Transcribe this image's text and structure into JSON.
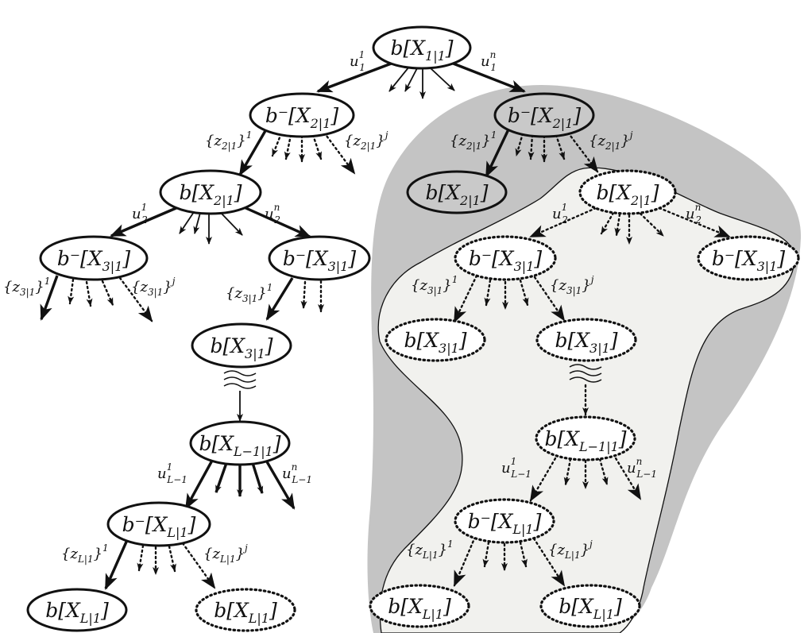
{
  "nodes": {
    "root": {
      "base": "b[X",
      "sub": "1|1",
      "close": "]"
    },
    "pred_left": {
      "base": "b⁻[X",
      "sub": "2|1",
      "close": "]"
    },
    "pred_right": {
      "base": "b⁻[X",
      "sub": "2|1",
      "close": "]"
    },
    "post2_left": {
      "base": "b[X",
      "sub": "2|1",
      "close": "]"
    },
    "post2_shaded": {
      "base": "b[X",
      "sub": "2|1",
      "close": "]"
    },
    "post2_light": {
      "base": "b[X",
      "sub": "2|1",
      "close": "]"
    },
    "pred3_ll": {
      "base": "b⁻[X",
      "sub": "3|1",
      "close": "]"
    },
    "pred3_lr": {
      "base": "b⁻[X",
      "sub": "3|1",
      "close": "]"
    },
    "pred3_rl": {
      "base": "b⁻[X",
      "sub": "3|1",
      "close": "]"
    },
    "pred3_rr": {
      "base": "b⁻[X",
      "sub": "3|1",
      "close": "]"
    },
    "post3_left": {
      "base": "b[X",
      "sub": "3|1",
      "close": "]"
    },
    "post3_rl": {
      "base": "b[X",
      "sub": "3|1",
      "close": "]"
    },
    "post3_rr": {
      "base": "b[X",
      "sub": "3|1",
      "close": "]"
    },
    "postL1_left": {
      "base": "b[X",
      "sub": "L−1|1",
      "close": "]"
    },
    "postL1_right": {
      "base": "b[X",
      "sub": "L−1|1",
      "close": "]"
    },
    "predL_left": {
      "base": "b⁻[X",
      "sub": "L|1",
      "close": "]"
    },
    "predL_right": {
      "base": "b⁻[X",
      "sub": "L|1",
      "close": "]"
    },
    "postL_ll": {
      "base": "b[X",
      "sub": "L|1",
      "close": "]"
    },
    "postL_lr": {
      "base": "b[X",
      "sub": "L|1",
      "close": "]"
    },
    "postL_rl": {
      "base": "b[X",
      "sub": "L|1",
      "close": "]"
    },
    "postL_rr": {
      "base": "b[X",
      "sub": "L|1",
      "close": "]"
    }
  },
  "labels": {
    "u11": {
      "base": "u",
      "sub": "1",
      "sup": "1"
    },
    "u1n": {
      "base": "u",
      "sub": "1",
      "sup": "n"
    },
    "z21_left_1": {
      "base": "{z",
      "sub": "2|1",
      "close": "}",
      "sup": "1"
    },
    "z21_left_j": {
      "base": "{z",
      "sub": "2|1",
      "close": "}",
      "sup": "j"
    },
    "z21_right_1": {
      "base": "{z",
      "sub": "2|1",
      "close": "}",
      "sup": "1"
    },
    "z21_right_j": {
      "base": "{z",
      "sub": "2|1",
      "close": "}",
      "sup": "j"
    },
    "u21_left": {
      "base": "u",
      "sub": "2",
      "sup": "1"
    },
    "u2n_left": {
      "base": "u",
      "sub": "2",
      "sup": "n"
    },
    "u21_right": {
      "base": "u",
      "sub": "2",
      "sup": "1"
    },
    "u2n_right": {
      "base": "u",
      "sub": "2",
      "sup": "n"
    },
    "z31_ll_1": {
      "base": "{z",
      "sub": "3|1",
      "close": "}",
      "sup": "1"
    },
    "z31_ll_j": {
      "base": "{z",
      "sub": "3|1",
      "close": "}",
      "sup": "j"
    },
    "z31_lr_1": {
      "base": "{z",
      "sub": "3|1",
      "close": "}",
      "sup": "1"
    },
    "z31_r_1": {
      "base": "{z",
      "sub": "3|1",
      "close": "}",
      "sup": "1"
    },
    "z31_r_j": {
      "base": "{z",
      "sub": "3|1",
      "close": "}",
      "sup": "j"
    },
    "uL1_left": {
      "base": "u",
      "sub": "L−1",
      "sup": "1"
    },
    "uLn_left": {
      "base": "u",
      "sub": "L−1",
      "sup": "n"
    },
    "uL1_right": {
      "base": "u",
      "sub": "L−1",
      "sup": "1"
    },
    "uLn_right": {
      "base": "u",
      "sub": "L−1",
      "sup": "n"
    },
    "zL_left_1": {
      "base": "{z",
      "sub": "L|1",
      "close": "}",
      "sup": "1"
    },
    "zL_left_j": {
      "base": "{z",
      "sub": "L|1",
      "close": "}",
      "sup": "j"
    },
    "zL_right_1": {
      "base": "{z",
      "sub": "L|1",
      "close": "}",
      "sup": "1"
    },
    "zL_right_j": {
      "base": "{z",
      "sub": "L|1",
      "close": "}",
      "sup": "j"
    }
  },
  "colors": {
    "shaded_region": "#c4c4c4",
    "light_region": "#f1f1ee",
    "stroke": "#111111"
  }
}
